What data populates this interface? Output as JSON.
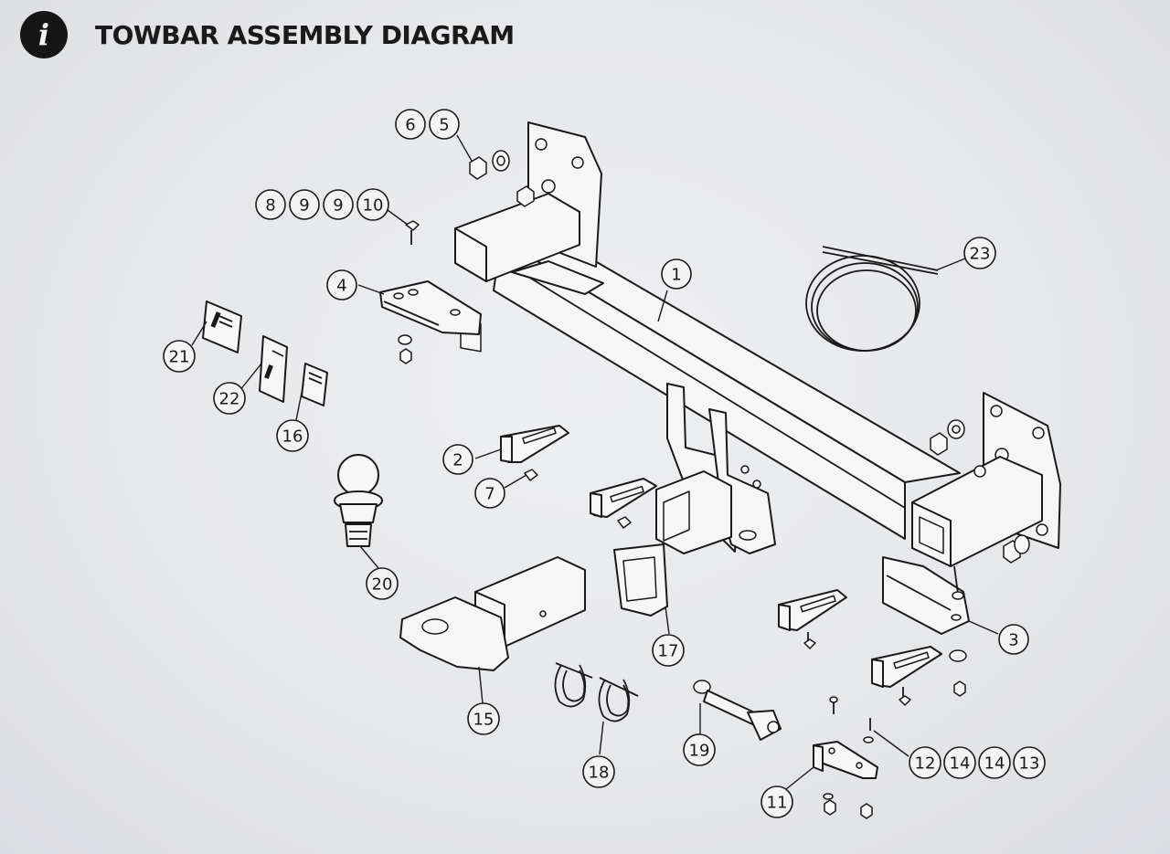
{
  "header": {
    "info_icon": "i",
    "title": "TOWBAR ASSEMBLY DIAGRAM"
  },
  "callouts": [
    {
      "id": "c6",
      "label": "6"
    },
    {
      "id": "c5",
      "label": "5"
    },
    {
      "id": "c8",
      "label": "8"
    },
    {
      "id": "c9a",
      "label": "9"
    },
    {
      "id": "c9b",
      "label": "9"
    },
    {
      "id": "c10",
      "label": "10"
    },
    {
      "id": "c4",
      "label": "4"
    },
    {
      "id": "c1",
      "label": "1"
    },
    {
      "id": "c23",
      "label": "23"
    },
    {
      "id": "c21",
      "label": "21"
    },
    {
      "id": "c22",
      "label": "22"
    },
    {
      "id": "c16",
      "label": "16"
    },
    {
      "id": "c2",
      "label": "2"
    },
    {
      "id": "c7",
      "label": "7"
    },
    {
      "id": "c20",
      "label": "20"
    },
    {
      "id": "c17",
      "label": "17"
    },
    {
      "id": "c3",
      "label": "3"
    },
    {
      "id": "c15",
      "label": "15"
    },
    {
      "id": "c18",
      "label": "18"
    },
    {
      "id": "c19",
      "label": "19"
    },
    {
      "id": "c12",
      "label": "12"
    },
    {
      "id": "c14a",
      "label": "14"
    },
    {
      "id": "c14b",
      "label": "14"
    },
    {
      "id": "c13",
      "label": "13"
    },
    {
      "id": "c11",
      "label": "11"
    }
  ]
}
